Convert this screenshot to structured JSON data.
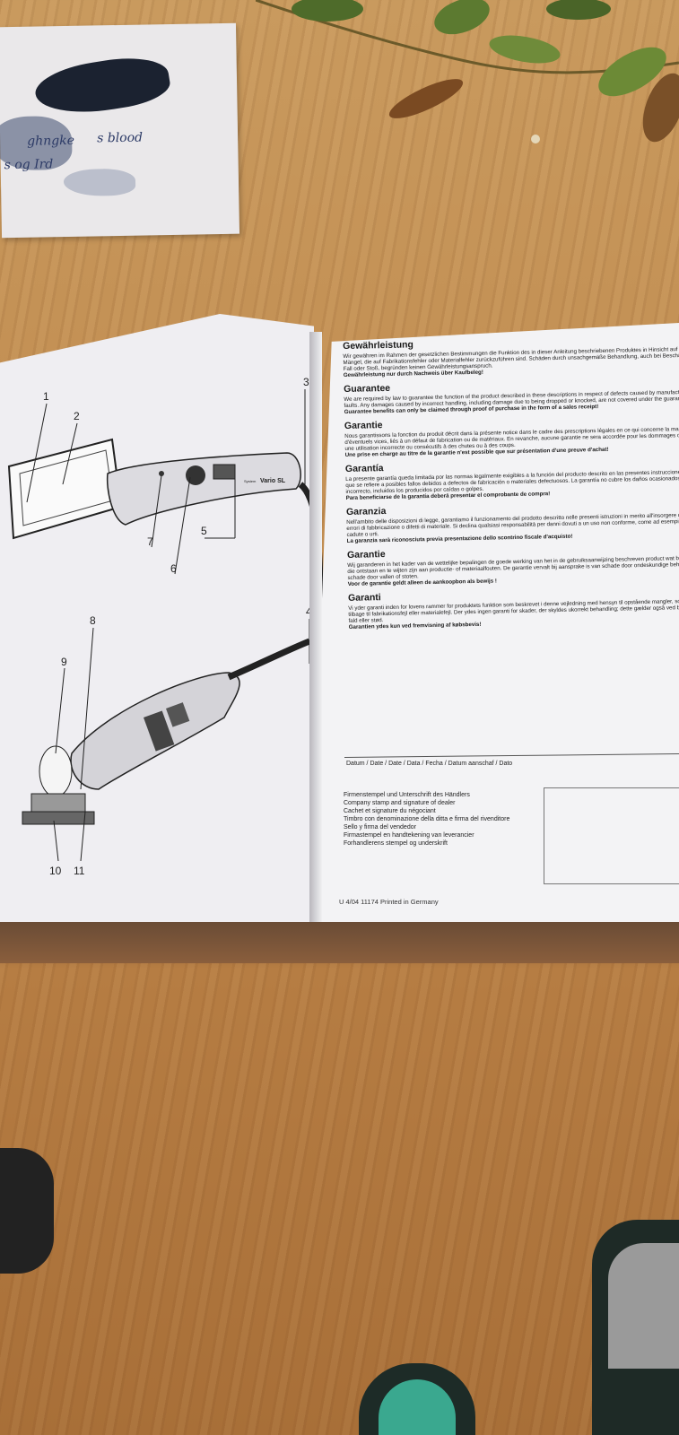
{
  "note": {
    "scribble_1": "ghngke",
    "scribble_2": "s blood",
    "scribble_3": "s og Ird"
  },
  "diagram": {
    "callouts": [
      "1",
      "2",
      "3",
      "4",
      "5",
      "6",
      "7",
      "8",
      "9",
      "10",
      "11"
    ],
    "device_label": "Vario SL",
    "device_brand": "System"
  },
  "warranty": {
    "sections": [
      {
        "heading": "Gewährleistung",
        "body": "Wir gewähren im Rahmen der gesetzlichen Bestimmungen die Funktion des in dieser Anleitung beschriebenen Produktes in Hinsicht auf auftretende Mängel, die auf Fabrikationsfehler oder Materialfehler zurückzuführen sind. Schäden durch unsachgemäße Behandlung, auch bei Beschädigung durch Fall oder Stoß, begründen keinen Gewährleistungsanspruch.",
        "bold": "Gewährleistung nur durch Nachweis über Kaufbeleg!"
      },
      {
        "heading": "Guarantee",
        "body": "We are required by law to guarantee the function of the product described in these descriptions in respect of defects caused by manufacturing or material faults. Any damages caused by incorrect handling, including damage due to being dropped or knocked, are not covered under the guarantee.",
        "bold": "Guarantee benefits can only be claimed through proof of purchase in the form of a sales receipt!"
      },
      {
        "heading": "Garantie",
        "body": "Nous garantissons la fonction du produit décrit dans la présente notice dans le cadre des prescriptions légales en ce qui concerne la manifestation d'éventuels vices, liés à un défaut de fabrication ou de matériaux. En revanche, aucune garantie ne sera accordée pour les dommages occasionnés par une utilisation incorrecte ou consécutifs à des chutes ou à des coups.",
        "bold": "Une prise en charge au titre de la garantie n'est possible que sur présentation d'une preuve d'achat!"
      },
      {
        "heading": "Garantía",
        "body": "La presente garantía queda limitada por las normas legalmente exigibles a la función del producto descrito en las presentes instrucciones de uso, por lo que se refiere a posibles fallos debidos a defectos de fabricación o materiales defectuosos. La garantía no cubre los daños ocasionados por el uso incorrecto, incluidos los producidos por caídas o golpes.",
        "bold": "Para beneficiarse de la garantía deberá presentar el comprobante de compra!"
      },
      {
        "heading": "Garanzia",
        "body": "Nell'ambito delle disposizioni di legge, garantiamo il funzionamento del prodotto descritto nelle presenti istruzioni in merito all'insorgere di vizi imputabili a errori di fabbricazione o difetti di materiale. Si declina qualsiasi responsabilità per danni dovuti a un uso non conforme, come ad esempio nel caso di cadute o urti.",
        "bold": "La garanzia sarà riconosciuta previa presentazione dello scontrino fiscale d'acquisto!"
      },
      {
        "heading": "Garantie",
        "body": "Wij garanderen in het kader van de wettelijke bepalingen de goede werking van het in de gebruiksaanwijzing beschreven product wat betreft gebreken die ontstaan en te wijten zijn aan productie- of materiaalfouten. De garantie vervalt bij aansprake is van schade door ondeskundige behandeling of bij schade door vallen of stoten.",
        "bold": "Voor de garantie geldt alleen de aankoopbon als bewijs !"
      },
      {
        "heading": "Garanti",
        "body": "Vi yder garanti inden for lovens rammer for produktets funktion som beskrevet i denne vejledning med hensyn til opstående mangler, som kan føres tilbage til fabrikationsfejl eller materialefejl. Der ydes ingen garanti for skader, der skyldes ukorrekt behandling; dette gælder også ved beskadigelse pga. fald eller stød.",
        "bold": "Garantien ydes kun ved fremvisning af købsbevis!"
      }
    ],
    "date_label": "Datum / Date / Date / Data / Fecha / Datum aanschaf / Dato",
    "stamp_lines": [
      "Firmenstempel und Unterschrift des Händlers",
      "Company stamp and signature of dealer",
      "Cachet et signature du négociant",
      "Timbro con denominazione della ditta e firma del rivenditore",
      "Sello y firma del vendedor",
      "Firmastempel en handtekening van leverancier",
      "Forhandlerens stempel og underskrift"
    ],
    "print_code": "U 4/04 11174 Printed in Germany"
  }
}
